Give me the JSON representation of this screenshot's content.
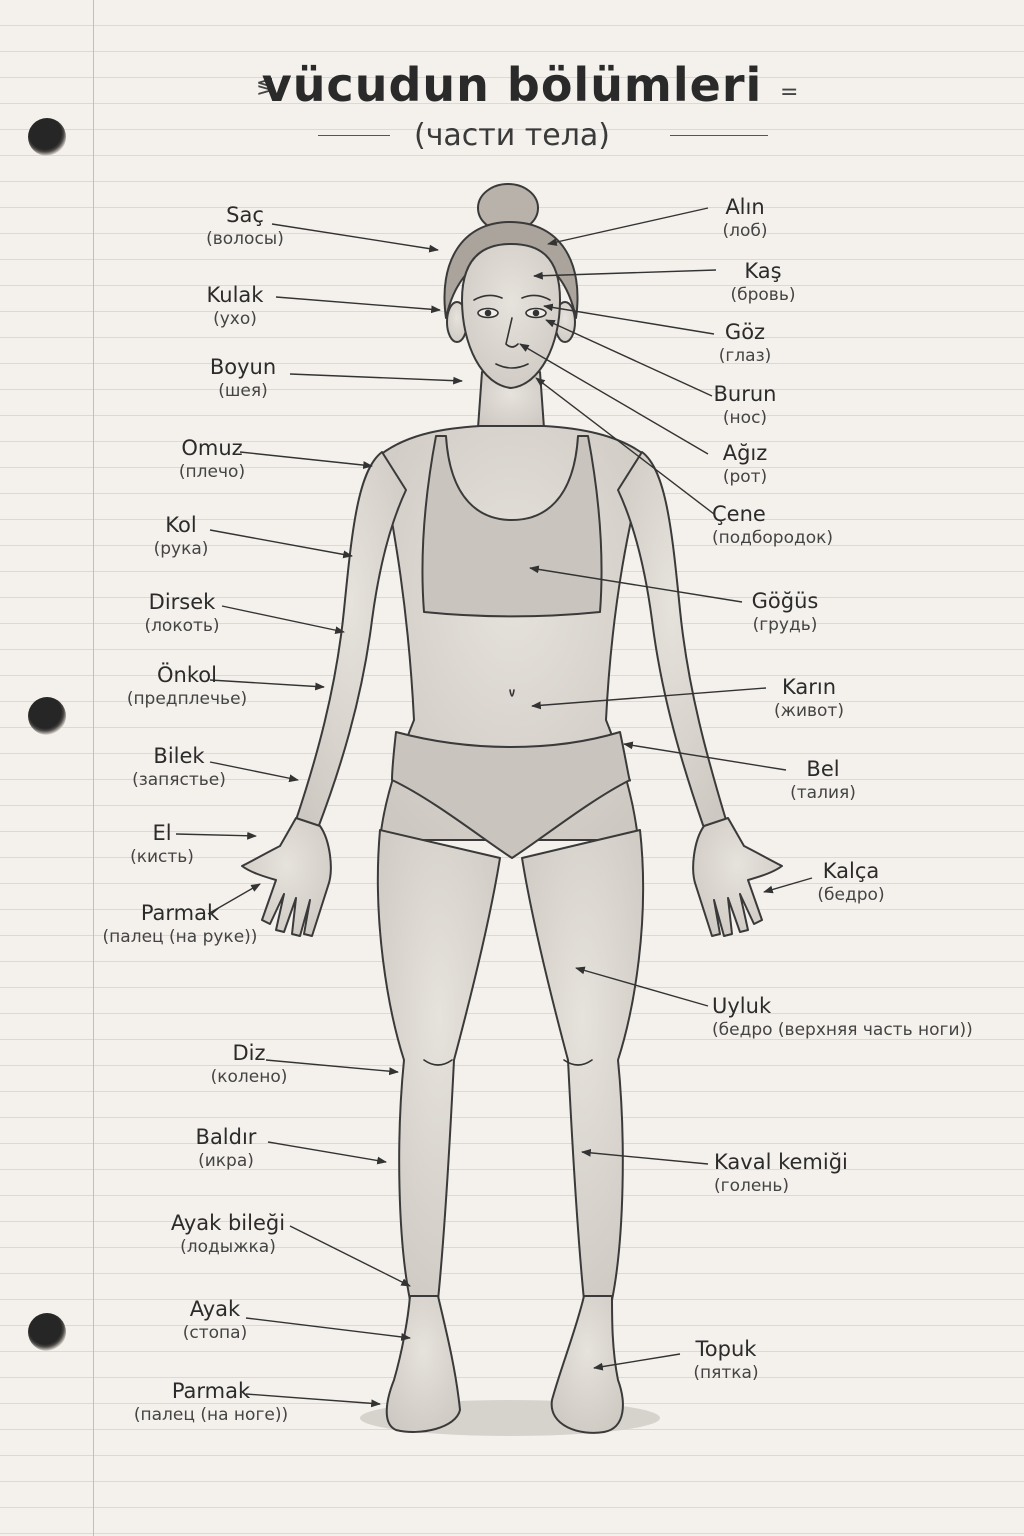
{
  "title": "vücudun bölümleri",
  "subtitle": "(части тела)",
  "labels": {
    "sac": {
      "tr": "Saç",
      "ru": "(волосы)"
    },
    "kulak": {
      "tr": "Kulak",
      "ru": "(ухо)"
    },
    "boyun": {
      "tr": "Boyun",
      "ru": "(шея)"
    },
    "omuz": {
      "tr": "Omuz",
      "ru": "(плечо)"
    },
    "kol": {
      "tr": "Kol",
      "ru": "(рука)"
    },
    "dirsek": {
      "tr": "Dirsek",
      "ru": "(локоть)"
    },
    "onkol": {
      "tr": "Önkol",
      "ru": "(предплечье)"
    },
    "bilek": {
      "tr": "Bilek",
      "ru": "(запястье)"
    },
    "el": {
      "tr": "El",
      "ru": "(кисть)"
    },
    "parmak_el": {
      "tr": "Parmak",
      "ru": "(палец (на руке))"
    },
    "diz": {
      "tr": "Diz",
      "ru": "(колено)"
    },
    "baldir": {
      "tr": "Baldır",
      "ru": "(икра)"
    },
    "ayak_bilegi": {
      "tr": "Ayak bileği",
      "ru": "(лодыжка)"
    },
    "ayak": {
      "tr": "Ayak",
      "ru": "(стопа)"
    },
    "parmak_ayak": {
      "tr": "Parmak",
      "ru": "(палец (на ноге))"
    },
    "alin": {
      "tr": "Alın",
      "ru": "(лоб)"
    },
    "kas": {
      "tr": "Kaş",
      "ru": "(бровь)"
    },
    "goz": {
      "tr": "Göz",
      "ru": "(глаз)"
    },
    "burun": {
      "tr": "Burun",
      "ru": "(нос)"
    },
    "agiz": {
      "tr": "Ağız",
      "ru": "(рот)"
    },
    "cene": {
      "tr": "Çene",
      "ru": "(подбородок)"
    },
    "gogus": {
      "tr": "Göğüs",
      "ru": "(грудь)"
    },
    "karin": {
      "tr": "Karın",
      "ru": "(живот)"
    },
    "bel": {
      "tr": "Bel",
      "ru": "(талия)"
    },
    "kalca": {
      "tr": "Kalça",
      "ru": "(бедро)"
    },
    "uyluk": {
      "tr": "Uyluk",
      "ru": "(бедро (верхняя часть ноги))"
    },
    "kaval": {
      "tr": "Kaval kemiği",
      "ru": "(голень)"
    },
    "topuk": {
      "tr": "Topuk",
      "ru": "(пятка)"
    }
  }
}
